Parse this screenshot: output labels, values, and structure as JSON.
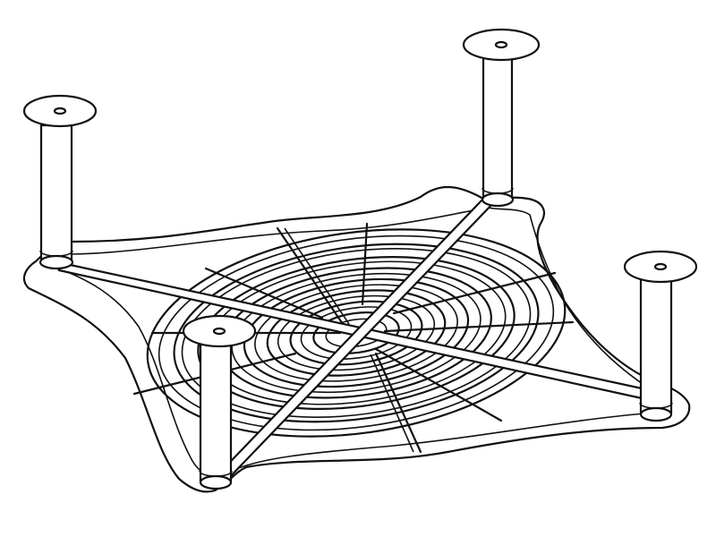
{
  "figure": {
    "background": "#ffffff",
    "line_color": "#111111",
    "description_visible": ""
  },
  "components": {
    "frame": "grille-frame",
    "legs": [
      "leg-back-left",
      "leg-back-right",
      "leg-right",
      "leg-front"
    ],
    "struts": [
      "strut-diagonal-1",
      "strut-diagonal-2"
    ],
    "rings": "concentric-rings",
    "spokes": "radial-spokes"
  }
}
